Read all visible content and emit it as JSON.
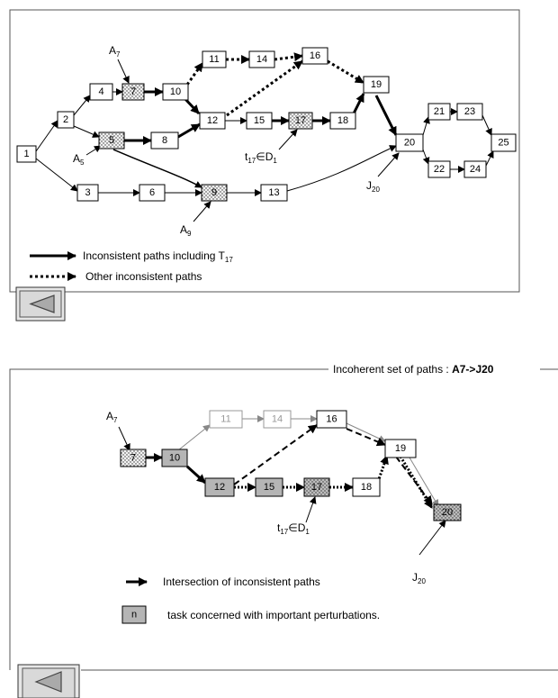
{
  "top_diagram": {
    "nodes": {
      "n1": "1",
      "n2": "2",
      "n3": "3",
      "n4": "4",
      "n6": "6",
      "n7": "7",
      "n8": "8",
      "n9": "9",
      "n10": "10",
      "n11": "11",
      "n12": "12",
      "n13": "13",
      "n14": "14",
      "n15": "15",
      "n16": "16",
      "n17": "17",
      "n18": "18",
      "n19": "19",
      "n20": "20",
      "n21": "21",
      "n22": "22",
      "n23": "23",
      "n24": "24",
      "n25": "25",
      "n5": "5"
    },
    "labels": {
      "a7": "A",
      "a7_sub": "7",
      "a5": "A",
      "a5_sub": "5",
      "a9": "A",
      "a9_sub": "9",
      "t17": "t",
      "t17_sub": "17",
      "t17_rest": "∈D",
      "t17_rest_sub": "1",
      "j20": "J",
      "j20_sub": "20"
    },
    "legend": {
      "solid_text": "Inconsistent paths including T",
      "solid_sub": "17",
      "dotted_text": "Other inconsistent paths"
    }
  },
  "bottom_diagram": {
    "title_prefix": "Incoherent set of paths : ",
    "title_bold": "A7->J20",
    "nodes": {
      "n7": "7",
      "n10": "10",
      "n11": "11",
      "n14": "14",
      "n16": "16",
      "n12": "12",
      "n15": "15",
      "n17": "17",
      "n18": "18",
      "n19": "19",
      "n20": "20"
    },
    "labels": {
      "a7": "A",
      "a7_sub": "7",
      "t17": "t",
      "t17_sub": "17",
      "t17_rest": "∈D",
      "t17_rest_sub": "1",
      "j20": "J",
      "j20_sub": "20"
    },
    "legend": {
      "arrow_text": "Intersection of inconsistent paths",
      "box_label": "n",
      "box_text": "task concerned with important perturbations."
    }
  },
  "buttons": {
    "back_top": "back-arrow-icon",
    "back_bottom": "back-arrow-icon"
  }
}
